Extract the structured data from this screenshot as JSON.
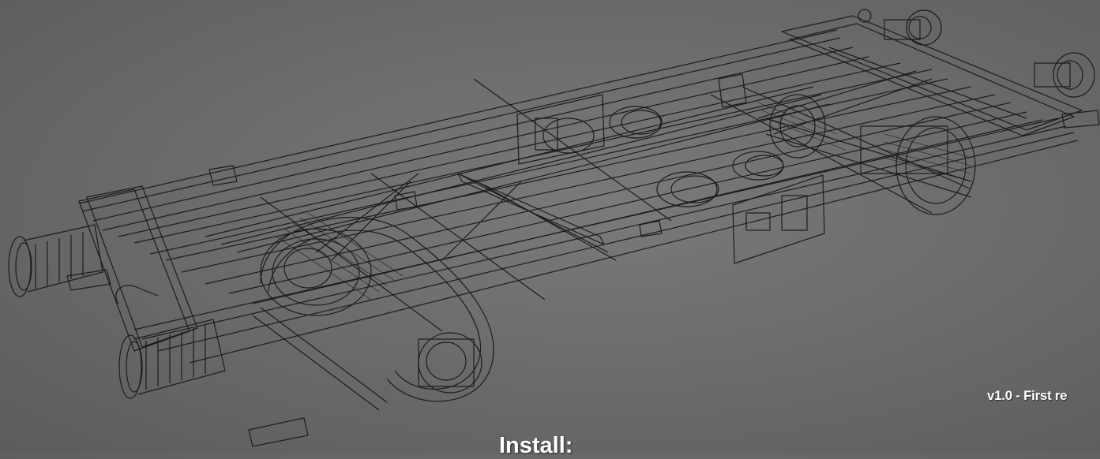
{
  "page": {
    "version_note": "v1.0 - First re",
    "install_heading": "Install:"
  },
  "hero": {
    "subject": "wireframe rail wagon chassis"
  },
  "colors": {
    "background": "#6c6c6c",
    "wire": "#1c1c1c",
    "text": "#ffffff"
  }
}
